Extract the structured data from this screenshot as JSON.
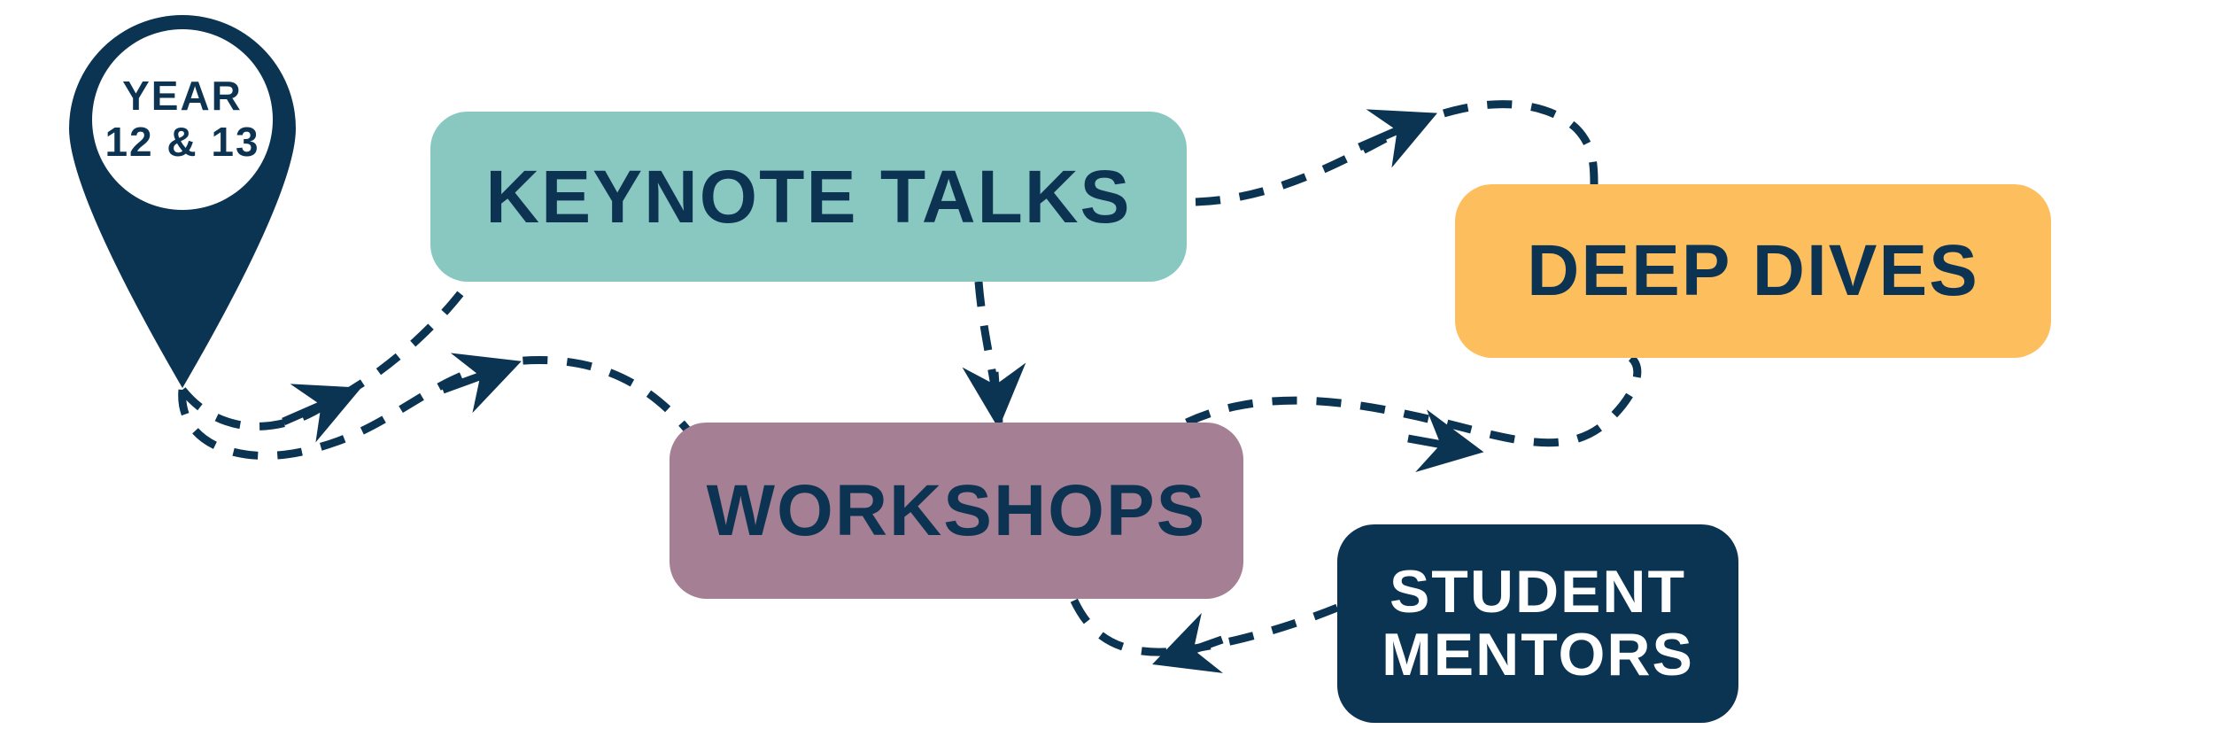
{
  "colors": {
    "navy": "#0b3352",
    "teal": "#89c7c1",
    "amber": "#fdbe5d",
    "mauve": "#a57f93",
    "white": "#ffffff"
  },
  "start_pin": {
    "line1": "YEAR",
    "line2": "12 & 13",
    "icon": "location-pin-icon"
  },
  "nodes": {
    "keynote_talks": {
      "label": "KEYNOTE TALKS"
    },
    "deep_dives": {
      "label": "DEEP DIVES"
    },
    "workshops": {
      "label": "WORKSHOPS"
    },
    "student_mentors": {
      "line1": "STUDENT",
      "line2": "MENTORS"
    }
  },
  "connector_style": "dashed-arrow"
}
